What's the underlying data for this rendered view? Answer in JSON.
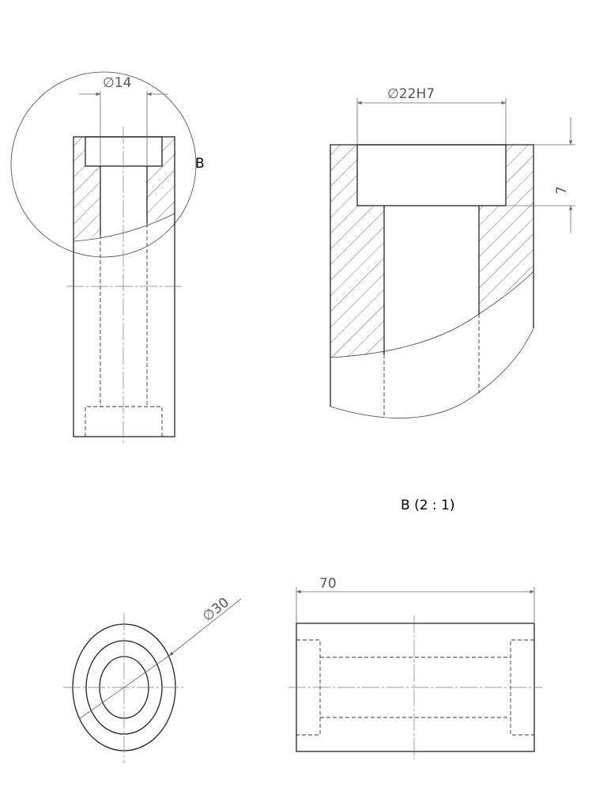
{
  "section_view": {
    "dim_bore_diameter": "∅14",
    "detail_label": "B"
  },
  "detail_view": {
    "dim_counterbore_diameter": "∅22H7",
    "dim_counterbore_depth": "7",
    "title": "B  (2 : 1)"
  },
  "end_view": {
    "dim_outer_diameter": "∅30"
  },
  "side_view": {
    "dim_length": "70"
  }
}
